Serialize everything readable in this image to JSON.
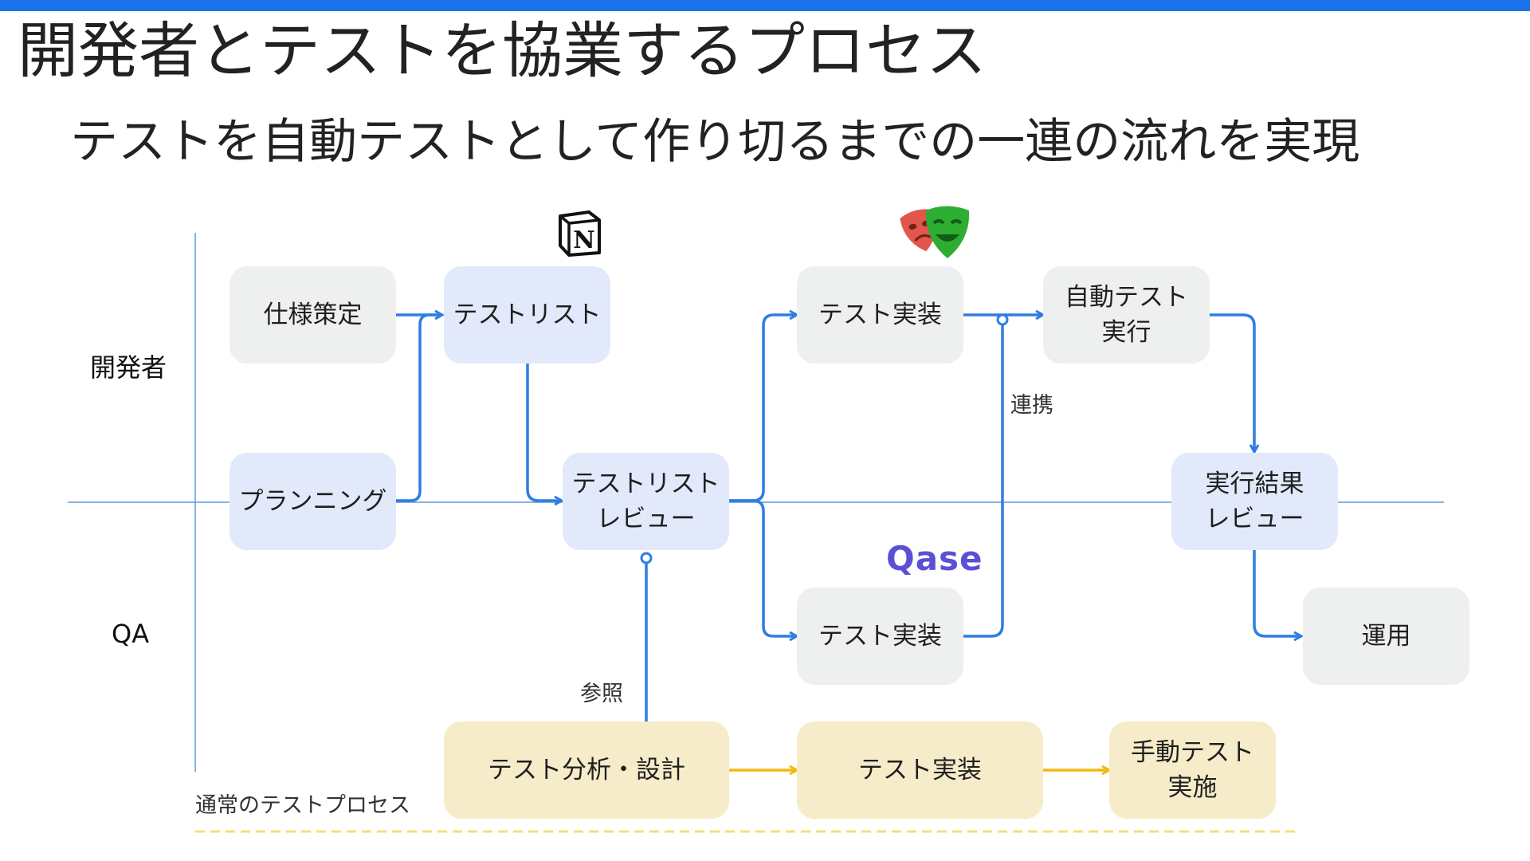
{
  "title": "開発者とテストを協業するプロセス",
  "subtitle": "テストを自動テストとして作り切るまでの一連の流れを実現",
  "lanes": {
    "dev": "開発者",
    "qa": "QA"
  },
  "boxes": {
    "spec": "仕様策定",
    "testlist": "テストリスト",
    "planning": "プランニング",
    "testlist_review": "テストリスト\nレビュー",
    "impl_dev": "テスト実装",
    "auto_run": "自動テスト\n実行",
    "impl_qa": "テスト実装",
    "result_review": "実行結果\nレビュー",
    "operation": "運用",
    "analysis": "テスト分析・設計",
    "impl_normal": "テスト実装",
    "manual_run": "手動テスト\n実施"
  },
  "notes": {
    "link": "連携",
    "ref": "参照",
    "normal_process": "通常のテストプロセス"
  },
  "logos": {
    "notion": "N",
    "qase": "Qase",
    "notion_icon": "notion-logo",
    "playwright_icon": "playwright-logo"
  },
  "colors": {
    "accent": "#1a73e8",
    "arrow_blue": "#2f7de1",
    "arrow_yellow": "#f2b90f",
    "qase": "#5b4fd6"
  }
}
